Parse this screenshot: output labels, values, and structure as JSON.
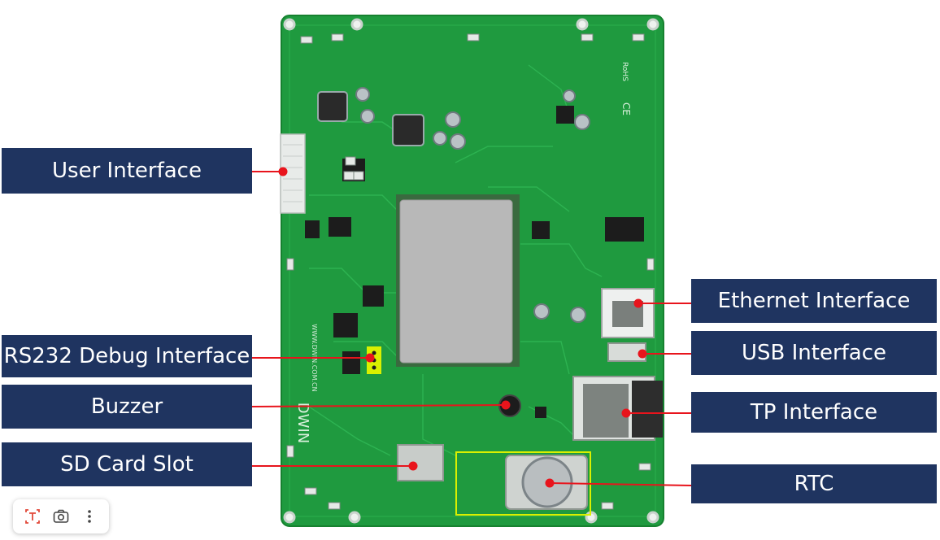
{
  "labels": {
    "user_interface": "User Interface",
    "rs232_debug": "RS232 Debug Interface",
    "buzzer": "Buzzer",
    "sd_card": "SD Card Slot",
    "ethernet": "Ethernet Interface",
    "usb": "USB Interface",
    "tp": "TP Interface",
    "rtc": "RTC"
  },
  "board_text": {
    "brand": "DWIN",
    "url": "WWW.DWIN.COM.CN",
    "rohs": "RoHS",
    "ce": "CE"
  },
  "colors": {
    "label_bg": "#1f3460",
    "label_text": "#ffffff",
    "leader_line": "#e8141c",
    "pcb": "#1f9a3f",
    "highlight": "#d9f000"
  },
  "toolbar": {
    "icons": [
      "text-select-icon",
      "camera-search-icon",
      "more-vert-icon"
    ]
  }
}
